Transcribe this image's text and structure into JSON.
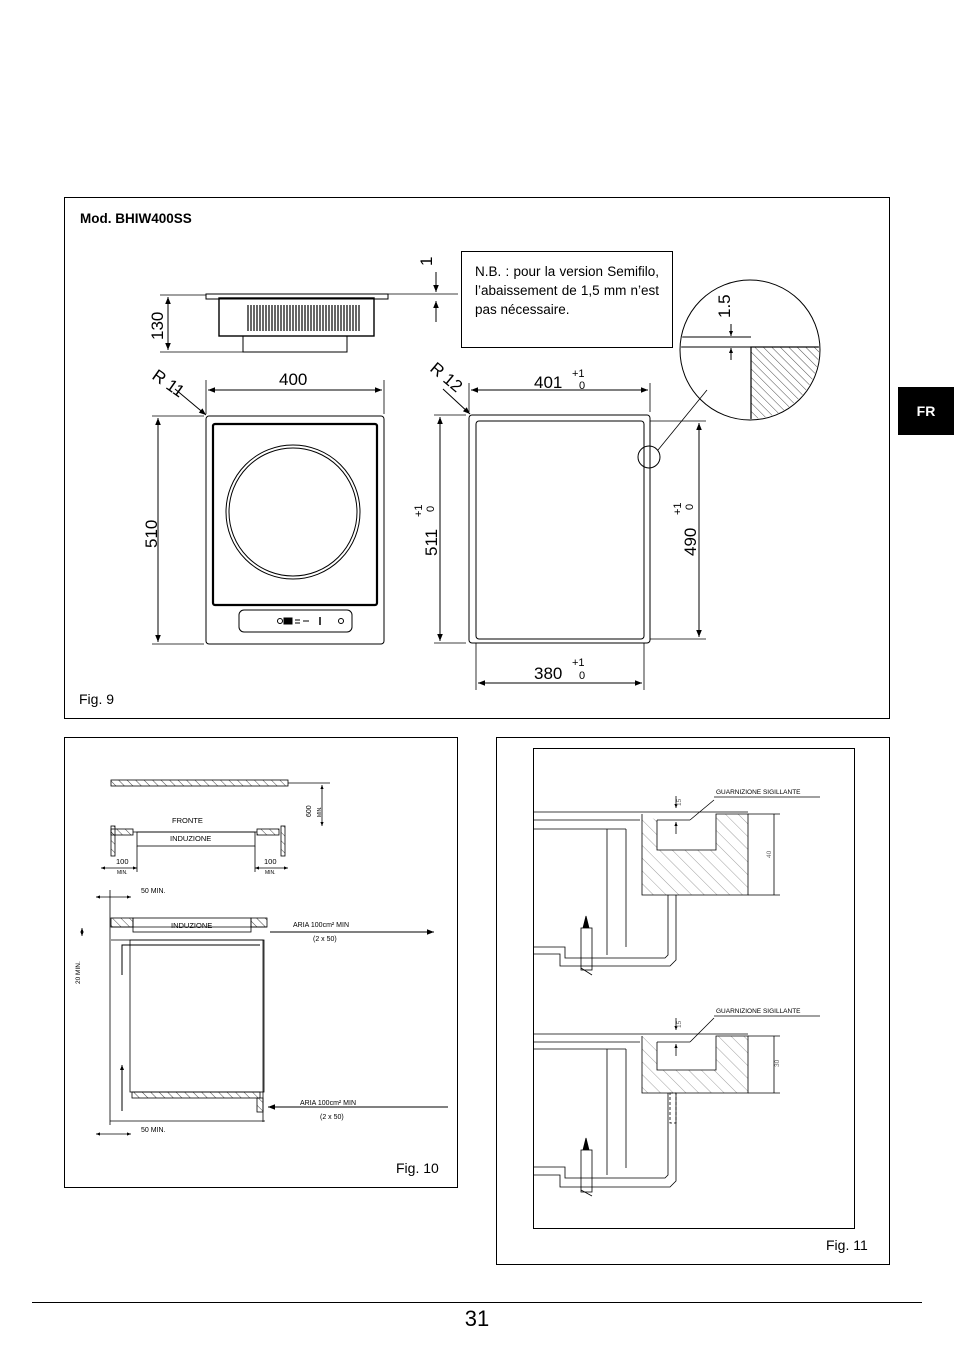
{
  "language_tab": "FR",
  "page_number": "31",
  "fig9": {
    "model": "Mod. BHIW400SS",
    "caption": "Fig. 9",
    "note": "N.B. : pour la version Semifilo, l’abaissement de 1,5 mm n’est pas nécessaire.",
    "dims": {
      "top_thickness": "1",
      "height": "130",
      "radius_hob": "R 11",
      "width_hob": "400",
      "depth_hob": "510",
      "radius_cut": "R 12",
      "width_cut": "401",
      "depth_cut": "511",
      "inner_depth": "490",
      "inner_width": "380",
      "tol_plus": "+1",
      "tol_zero": "0",
      "detail_drop": "1.5"
    }
  },
  "fig10": {
    "caption": "Fig. 10",
    "fronte": "FRONTE",
    "induzione": "INDUZIONE",
    "min_600": "600",
    "min_100_left": "100",
    "min_100_right": "100",
    "min_50_top": "50 MIN.",
    "min_50_bottom": "50 MIN.",
    "min_20": "20 MIN.",
    "min_word": "MIN.",
    "aria_top": "ARIA    100cm² MIN",
    "aria_top_sub": "(2 x 50)",
    "aria_bottom": "ARIA    100cm² MIN",
    "aria_bottom_sub": "(2 x 50)"
  },
  "fig11": {
    "caption": "Fig. 11",
    "seal_top": "GUARNIZIONE SIGILLANTE",
    "seal_bottom": "GUARNIZIONE SIGILLANTE",
    "dim_15_top": "15",
    "dim_40": "40",
    "dim_15_bottom": "15",
    "dim_30": "30"
  }
}
